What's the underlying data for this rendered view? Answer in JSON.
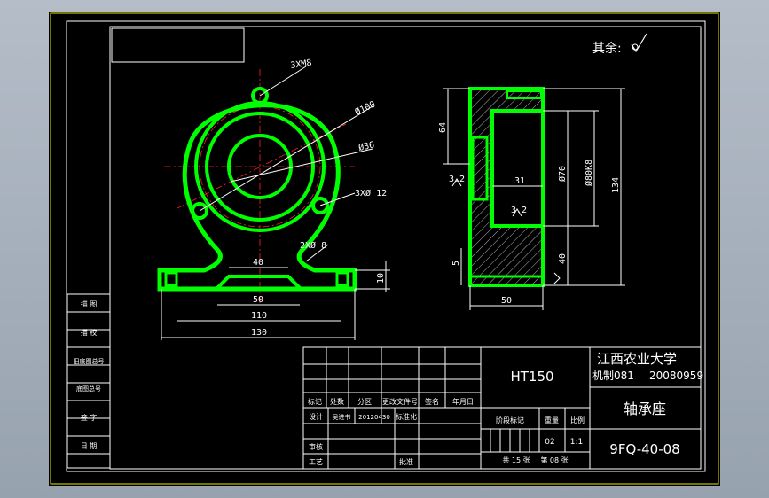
{
  "roughness_note": "其余:",
  "views": {
    "front": {
      "dims": {
        "holes_top": "3XM8",
        "dia100": "Ø100",
        "dia36": "Ø36",
        "holes_side": "3XØ 12",
        "base_holes": "2XØ 8",
        "d40": "40",
        "d50": "50",
        "d110": "110",
        "d130": "130",
        "d10": "10"
      }
    },
    "side": {
      "dims": {
        "d64": "64",
        "d31": "31",
        "d70": "Ø70",
        "d80k8": "Ø80K8",
        "d134": "134",
        "d40": "40",
        "d5": "5",
        "d50": "50",
        "r32a": "3.2",
        "r32b": "3.2"
      }
    }
  },
  "left_strip": {
    "labels": [
      "描 图",
      "描 校",
      "旧底图总号",
      "底图总号",
      "签 字",
      "日 期"
    ]
  },
  "title_block": {
    "material": "HT150",
    "university": "江西农业大学",
    "class": "机制081",
    "student_no": "20080959",
    "part_name": "轴承座",
    "drawing_no": "9FQ-40-08",
    "headers": {
      "mark": "标记",
      "count": "处数",
      "zone": "分区",
      "change_doc": "更改文件号",
      "sign": "签名",
      "date": "年月日",
      "design": "设计",
      "designer": "吴进书",
      "design_date": "20120430",
      "standardize": "标准化",
      "stage_mark": "阶段标记",
      "weight": "重量",
      "scale": "比例",
      "review": "审核",
      "process": "工艺",
      "approve": "批准"
    },
    "weight_value": "02",
    "scale_value": "1:1",
    "sheets_total_label": "共 15 张",
    "sheet_no_label": "第 08 张"
  }
}
